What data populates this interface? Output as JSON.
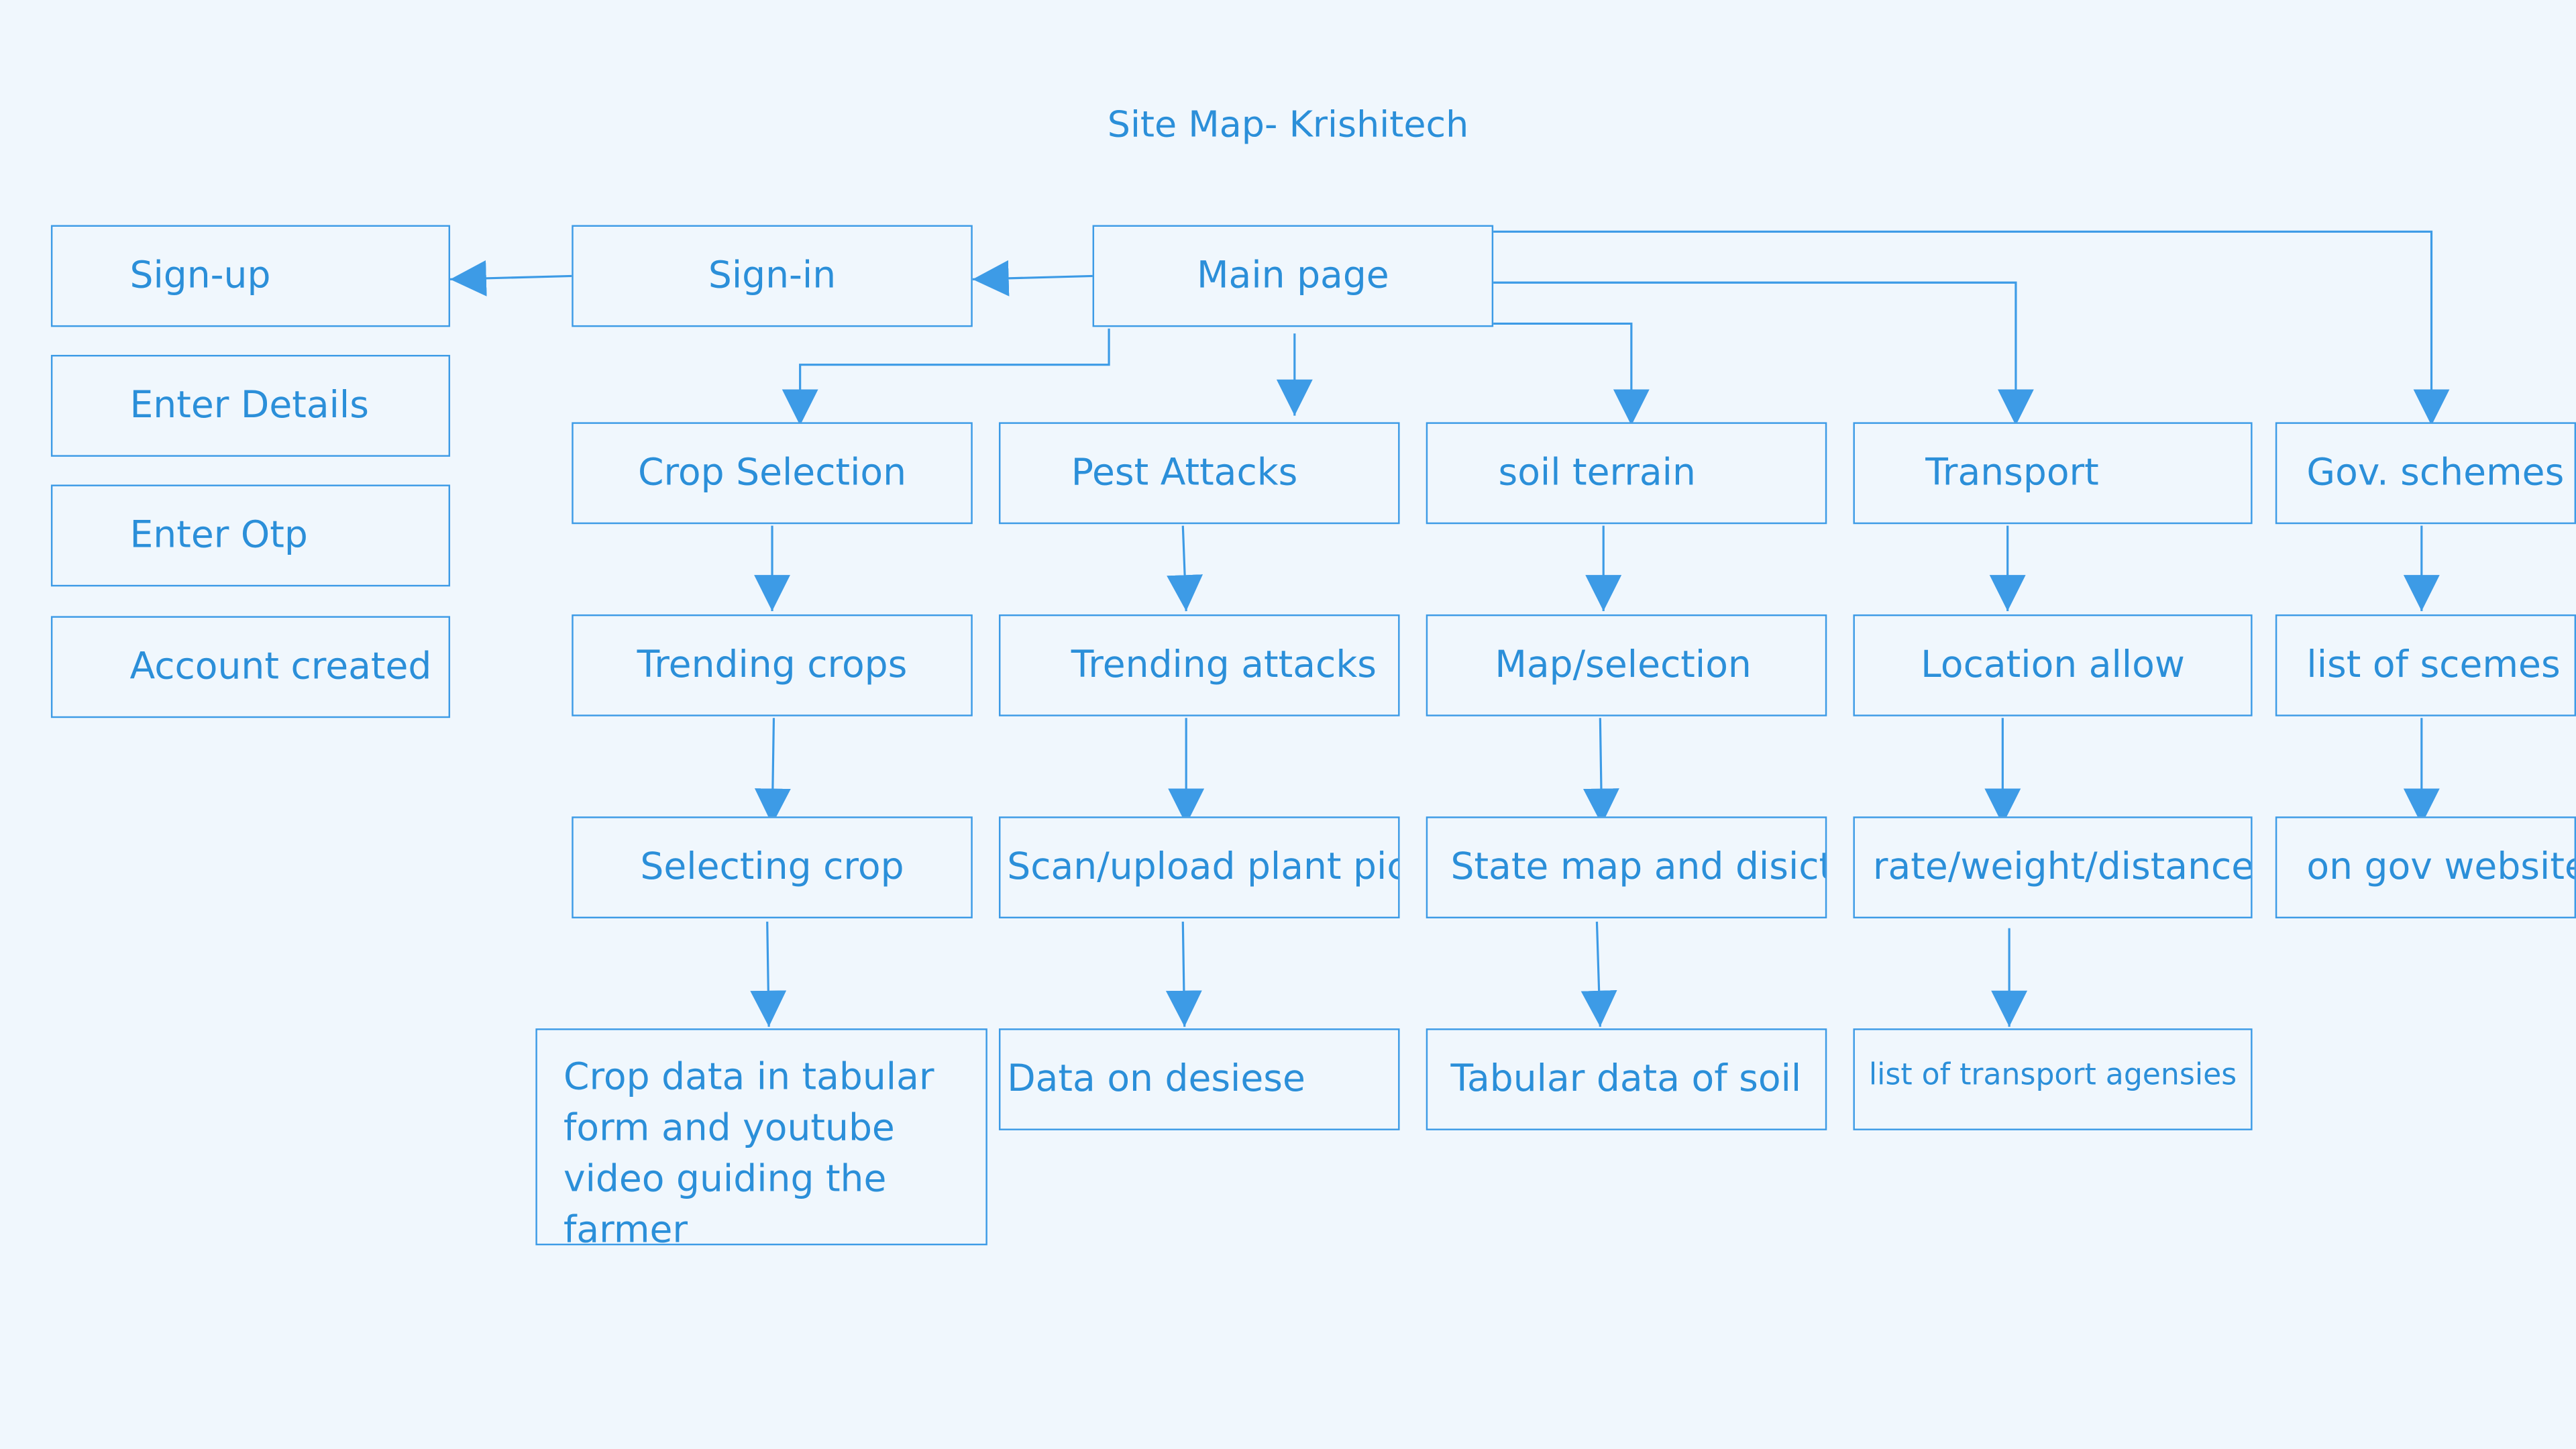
{
  "diagram": {
    "title": "Site Map- Krishitech",
    "colors": {
      "background": "#f0f7fd",
      "accent": "#3d9be6",
      "text": "#2b8fd9"
    },
    "auth": {
      "signup": "Sign-up",
      "enter_details": "Enter Details",
      "enter_otp": "Enter Otp",
      "account_created": "Account created",
      "signin": "Sign-in"
    },
    "main_page": "Main page",
    "columns": [
      {
        "header": "Crop Selection",
        "steps": [
          "Trending crops",
          "Selecting crop",
          "Crop data in tabular form and youtube video guiding the farmer"
        ]
      },
      {
        "header": "Pest Attacks",
        "steps": [
          "Trending attacks",
          "Scan/upload plant pic",
          "Data on desiese"
        ]
      },
      {
        "header": "soil terrain",
        "steps": [
          "Map/selection",
          "State map and disict",
          "Tabular data of soil"
        ]
      },
      {
        "header": "Transport",
        "steps": [
          "Location allow",
          "rate/weight/distance",
          "list of transport agensies"
        ]
      },
      {
        "header": "Gov. schemes",
        "steps": [
          "list of scemes",
          "on gov website"
        ]
      }
    ]
  }
}
